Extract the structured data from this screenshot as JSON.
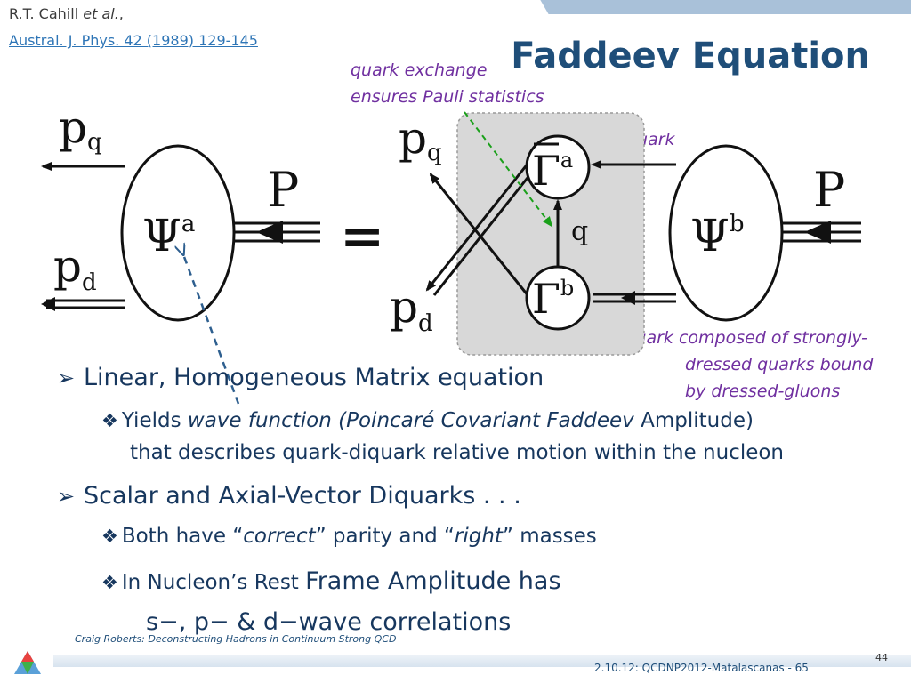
{
  "reference": {
    "author": "R.T. Cahill",
    "etal": "et al.",
    "comma": ",",
    "journal": "Austral. J. Phys. 42 (1989) 129-145"
  },
  "title": "Faddeev Equation",
  "annotations": {
    "quark_exchange_1": "quark exchange",
    "quark_exchange_2": "ensures Pauli statistics",
    "quark": "quark",
    "diquark_1": "diquark composed of strongly-",
    "diquark_2": "dressed quarks bound",
    "diquark_3": "by dressed-gluons"
  },
  "diagram": {
    "pq": "p",
    "q_sub": "q",
    "pd": "p",
    "d_sub": "d",
    "P": "P",
    "psi_a": "Ψ",
    "a_sup": "a",
    "equals": "=",
    "gamma_bar_a": "Γ",
    "gamma_b": "Γ",
    "b_sup": "b",
    "q_label": "q",
    "psi_b": "Ψ"
  },
  "bullets": {
    "b1": "Linear, Homogeneous Matrix equation",
    "b1a_pre": "Yields ",
    "b1a_em": "wave function (Poincaré Covariant Faddeev",
    "b1a_post": " Amplitude)",
    "b1a_line2": "that describes quark-diquark relative motion within the nucleon",
    "b2": "Scalar and Axial-Vector Diquarks . . .",
    "b2a_pre": "Both have “",
    "b2a_em1": "correct",
    "b2a_mid": "” parity and “",
    "b2a_em2": "right",
    "b2a_post": "” masses",
    "b2b_pre": "In Nucleon’s Rest ",
    "b2b_big": "Frame Amplitude has",
    "b2b_line2": "s−, p− & d−wave correlations"
  },
  "footer": {
    "author": "Craig Roberts: Deconstructing Hadrons in Continuum Strong QCD",
    "conference": "2.10.12: QCDNP2012-Matalascanas - 65",
    "slide_number": "44"
  }
}
